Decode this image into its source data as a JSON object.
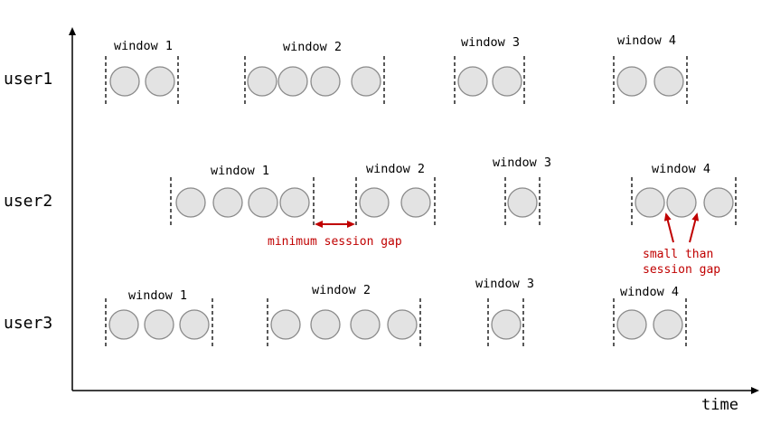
{
  "diagram": {
    "axis": {
      "x_label": "time"
    },
    "rows": [
      {
        "label": "user1",
        "windows": [
          {
            "label": "window 1",
            "events": 2
          },
          {
            "label": "window 2",
            "events": 4
          },
          {
            "label": "window 3",
            "events": 2
          },
          {
            "label": "window 4",
            "events": 2
          }
        ]
      },
      {
        "label": "user2",
        "windows": [
          {
            "label": "window 1",
            "events": 4
          },
          {
            "label": "window 2",
            "events": 2
          },
          {
            "label": "window 3",
            "events": 1
          },
          {
            "label": "window 4",
            "events": 3
          }
        ]
      },
      {
        "label": "user3",
        "windows": [
          {
            "label": "window 1",
            "events": 3
          },
          {
            "label": "window 2",
            "events": 4
          },
          {
            "label": "window 3",
            "events": 1
          },
          {
            "label": "window 4",
            "events": 2
          }
        ]
      }
    ],
    "annotations": {
      "gap_label": "minimum session gap",
      "small_gap_line1": "small than",
      "small_gap_line2": "session gap"
    },
    "colors": {
      "annotation": "#c00000",
      "event_fill": "#e3e3e3",
      "event_stroke": "#8a8a8a"
    }
  }
}
